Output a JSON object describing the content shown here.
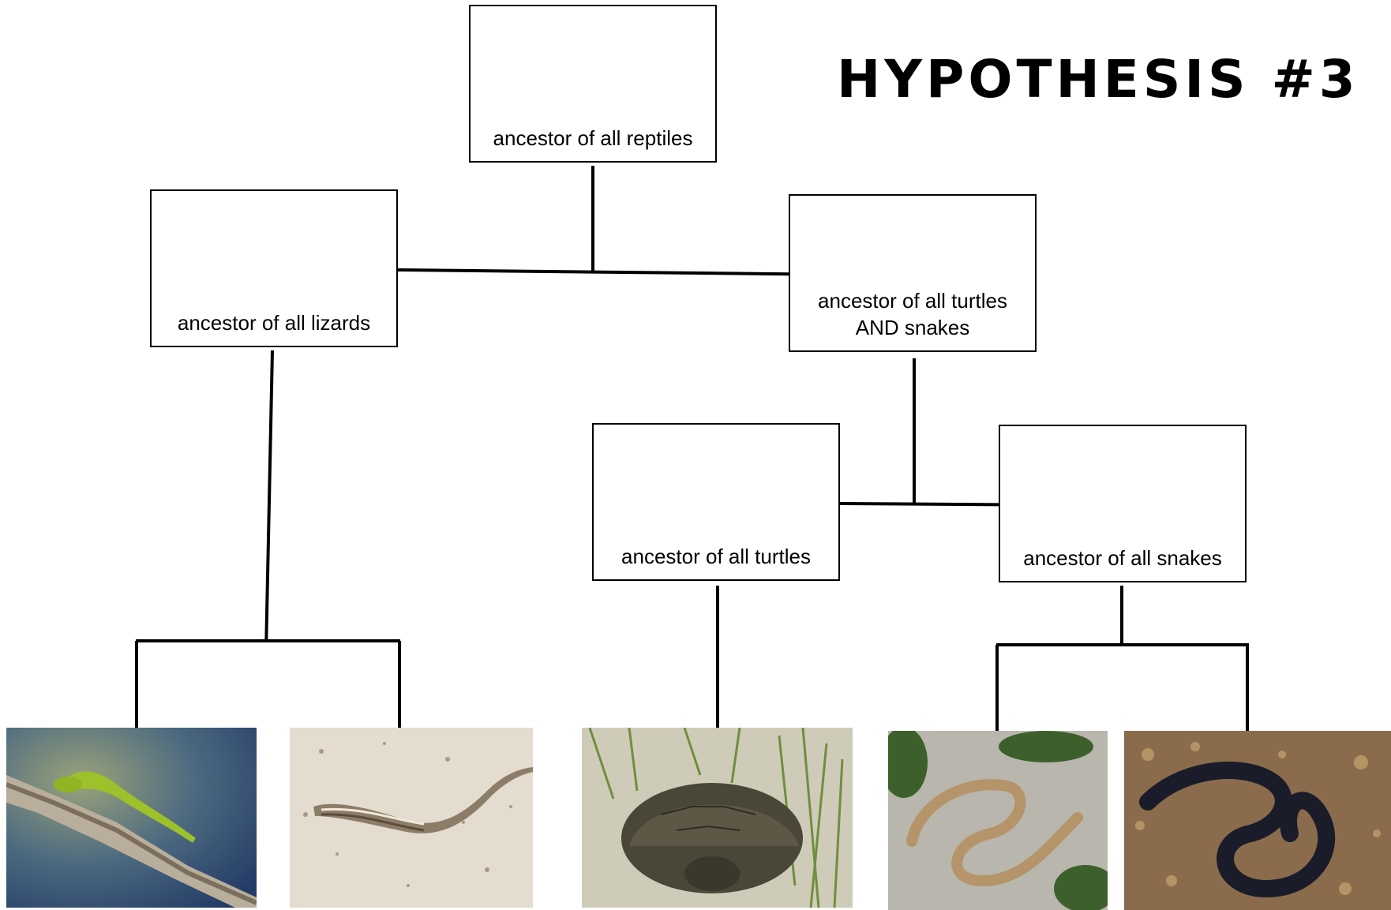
{
  "title": "HYPOTHESIS #3",
  "nodes": {
    "reptiles": "ancestor of all reptiles",
    "lizards": "ancestor of all lizards",
    "turtles_snakes": "ancestor of all turtles\nAND snakes",
    "turtles": "ancestor of all turtles",
    "snakes": "ancestor of all snakes"
  },
  "photos": [
    {
      "icon": "green-lizard-photo"
    },
    {
      "icon": "striped-lizard-photo"
    },
    {
      "icon": "tortoise-photo"
    },
    {
      "icon": "tan-snake-photo"
    },
    {
      "icon": "black-snake-photo"
    }
  ]
}
